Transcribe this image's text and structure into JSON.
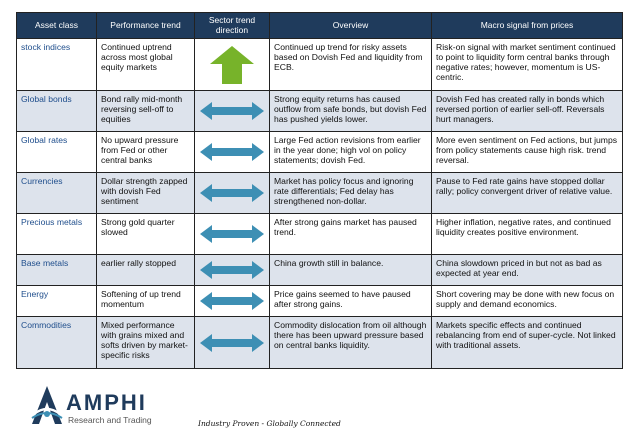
{
  "table": {
    "headers": [
      "Asset class",
      "Performance trend",
      "Sector trend direction",
      "Overview",
      "Macro signal from prices"
    ],
    "rows": [
      {
        "asset": "stock indices",
        "performance": "Continued uptrend across most global equity markets",
        "direction": "up",
        "overview": "Continued up trend for risky assets based on Dovish Fed and liquidity from ECB.",
        "macro": "Risk-on signal with market sentiment continued to point to liquidity form central banks through negative rates; however, momentum is US-centric."
      },
      {
        "asset": "Global bonds",
        "performance": "Bond rally mid-month reversing sell-off to equities",
        "direction": "sideways",
        "overview": "Strong equity returns has caused outflow from safe bonds, but dovish Fed has pushed yields lower.",
        "macro": "Dovish Fed has created rally in bonds which reversed portion of earlier sell-off. Reversals hurt managers."
      },
      {
        "asset": "Global rates",
        "performance": "No upward pressure from Fed or other central banks",
        "direction": "sideways",
        "overview": "Large Fed action revisions from earlier in the year done; high vol on policy statements; dovish Fed.",
        "macro": "More even sentiment on Fed actions, but jumps from policy statements cause high risk. trend reversal."
      },
      {
        "asset": "Currencies",
        "performance": "Dollar strength zapped with dovish Fed sentiment",
        "direction": "sideways",
        "overview": "Market has policy focus and ignoring rate differentials; Fed delay has strengthened non-dollar.",
        "macro": "Pause to Fed rate gains have stopped dollar rally; policy convergent driver of relative value."
      },
      {
        "asset": "Precious metals",
        "performance": "Strong gold quarter slowed",
        "direction": "sideways",
        "overview": "After strong gains market has paused trend.",
        "macro": "Higher inflation, negative rates, and continued liquidity creates positive environment."
      },
      {
        "asset": "Base metals",
        "performance": "earlier rally stopped",
        "direction": "sideways",
        "overview": "China growth still in balance.",
        "macro": "China slowdown priced in but not as bad as expected at year end."
      },
      {
        "asset": "Energy",
        "performance": "Softening of up trend momentum",
        "direction": "sideways",
        "overview": "Price gains seemed to have paused after strong gains.",
        "macro": "Short covering may be done with new focus on supply and demand economics."
      },
      {
        "asset": "Commodities",
        "performance": "Mixed performance with grains mixed and softs driven by market-specific risks",
        "direction": "sideways",
        "overview": "Commodity dislocation from oil although there has been upward pressure based on central banks liquidity.",
        "macro": "Markets specific effects and continued rebalancing from end of super-cycle. Not linked with traditional assets."
      }
    ]
  },
  "colors": {
    "header_bg": "#1f3b5c",
    "alt_row_bg": "#dde3ec",
    "up_arrow": "#77b32a",
    "sideways_arrow": "#3d8fb4"
  },
  "icons": {
    "up": "up-arrow-icon",
    "sideways": "left-right-arrow-icon"
  },
  "footer": {
    "logo_word": "AMPHI",
    "logo_sub": "Research and Trading",
    "tagline": "Industry Proven - Globally Connected"
  }
}
